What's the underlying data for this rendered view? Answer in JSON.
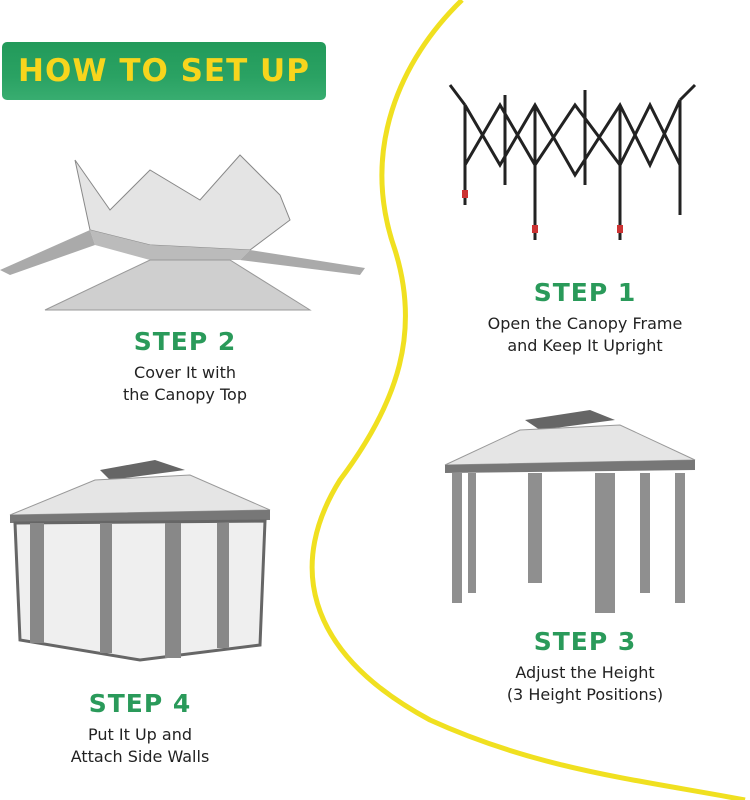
{
  "banner": {
    "title": "HOW TO SET UP"
  },
  "steps": [
    {
      "title": "STEP 1",
      "line1": "Open the Canopy Frame",
      "line2": "and Keep It Upright"
    },
    {
      "title": "STEP 2",
      "line1": "Cover It with",
      "line2": "the Canopy Top"
    },
    {
      "title": "STEP 3",
      "line1": "Adjust the Height",
      "line2": "(3 Height Positions)"
    },
    {
      "title": "STEP 4",
      "line1": "Put It Up and",
      "line2": "Attach Side Walls"
    }
  ],
  "colors": {
    "accent_green": "#2a9a5a",
    "banner_text": "#f7d51d",
    "divider_yellow": "#f0e020"
  }
}
